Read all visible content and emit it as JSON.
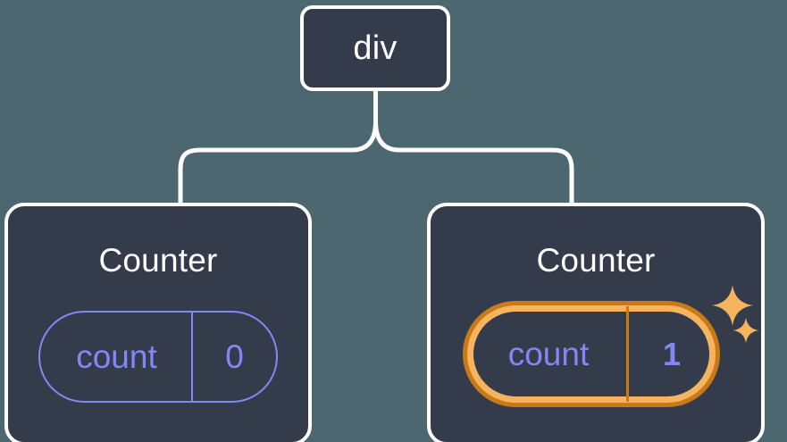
{
  "diagram": {
    "type": "component-tree",
    "background_color": "#4d6771",
    "node_fill": "#343c4c",
    "node_border": "#ffffff",
    "accent_purple": "#8287f5",
    "highlight_outer_orange": "#c97a18",
    "highlight_inner_orange": "#f6b45f",
    "connector_color": "#ffffff"
  },
  "root": {
    "label": "div"
  },
  "children": [
    {
      "title": "Counter",
      "state": {
        "key": "count",
        "value": "0"
      },
      "highlighted": false
    },
    {
      "title": "Counter",
      "state": {
        "key": "count",
        "value": "1"
      },
      "highlighted": true,
      "sparkles": [
        "sparkle-large",
        "sparkle-small"
      ]
    }
  ]
}
